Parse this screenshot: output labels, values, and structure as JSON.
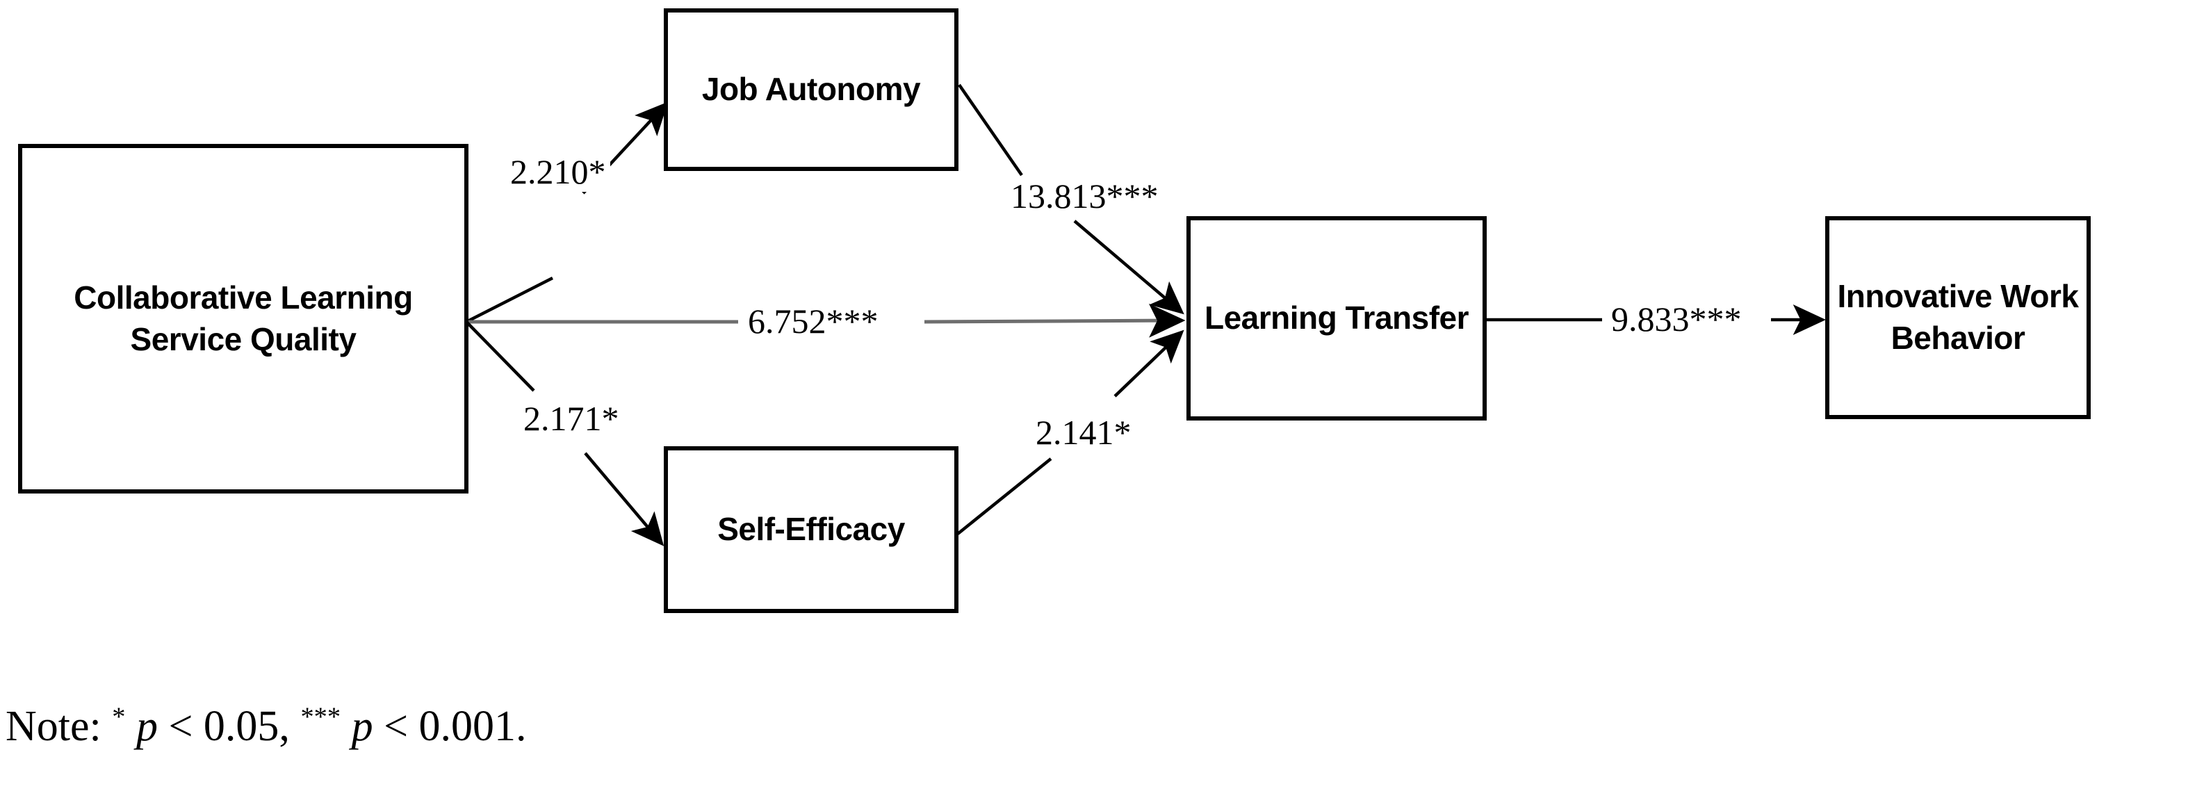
{
  "diagram": {
    "type": "path-model",
    "nodes": [
      {
        "id": "clsq",
        "label": "Collaborative Learning\nService Quality"
      },
      {
        "id": "job_autonomy",
        "label": "Job Autonomy"
      },
      {
        "id": "self_efficacy",
        "label": "Self-Efficacy"
      },
      {
        "id": "learning_transfer",
        "label": "Learning Transfer"
      },
      {
        "id": "innovative_work_behavior",
        "label": "Innovative Work\nBehavior"
      }
    ],
    "paths": [
      {
        "id": "p1",
        "from": "clsq",
        "to": "job_autonomy",
        "label": "2.210*",
        "value": 2.21,
        "significance": "*"
      },
      {
        "id": "p2",
        "from": "clsq",
        "to": "learning_transfer",
        "label": "6.752***",
        "value": 6.752,
        "significance": "***"
      },
      {
        "id": "p3",
        "from": "clsq",
        "to": "self_efficacy",
        "label": "2.171*",
        "value": 2.171,
        "significance": "*"
      },
      {
        "id": "p4",
        "from": "job_autonomy",
        "to": "learning_transfer",
        "label": "13.813***",
        "value": 13.813,
        "significance": "***"
      },
      {
        "id": "p5",
        "from": "self_efficacy",
        "to": "learning_transfer",
        "label": "2.141*",
        "value": 2.141,
        "significance": "*"
      },
      {
        "id": "p6",
        "from": "learning_transfer",
        "to": "innovative_work_behavior",
        "label": "9.833***",
        "value": 9.833,
        "significance": "***"
      }
    ]
  },
  "note": {
    "prefix": "Note: ",
    "star1": "*",
    "p1": "p",
    "cond1": " < 0.05, ",
    "star2": "***",
    "p2": "p",
    "cond2": " < 0.001.",
    "full_text": "Note: * p < 0.05, *** p < 0.001."
  },
  "colors": {
    "stroke": "#000000",
    "background": "#ffffff",
    "mid_path_stroke": "#6e6e6e"
  }
}
